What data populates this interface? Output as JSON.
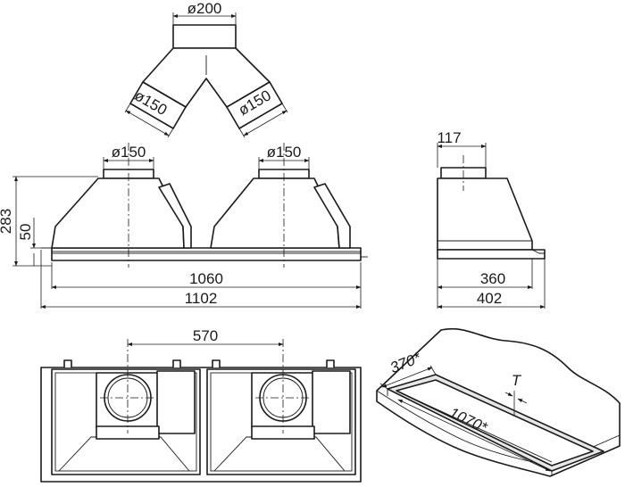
{
  "labels": {
    "y_pipe_top": "ø200",
    "y_pipe_left": "ø150",
    "y_pipe_right": "ø150",
    "outlet_left": "ø150",
    "outlet_right": "ø150",
    "height_total": "283",
    "height_base": "50",
    "width_inner": "1060",
    "width_outer": "1102",
    "side_outlet": "117",
    "side_depth_inner": "360",
    "side_depth_outer": "402",
    "outlet_spacing": "570",
    "cutout_depth": "370*",
    "cutout_width": "1070*",
    "cutout_T": "T"
  }
}
